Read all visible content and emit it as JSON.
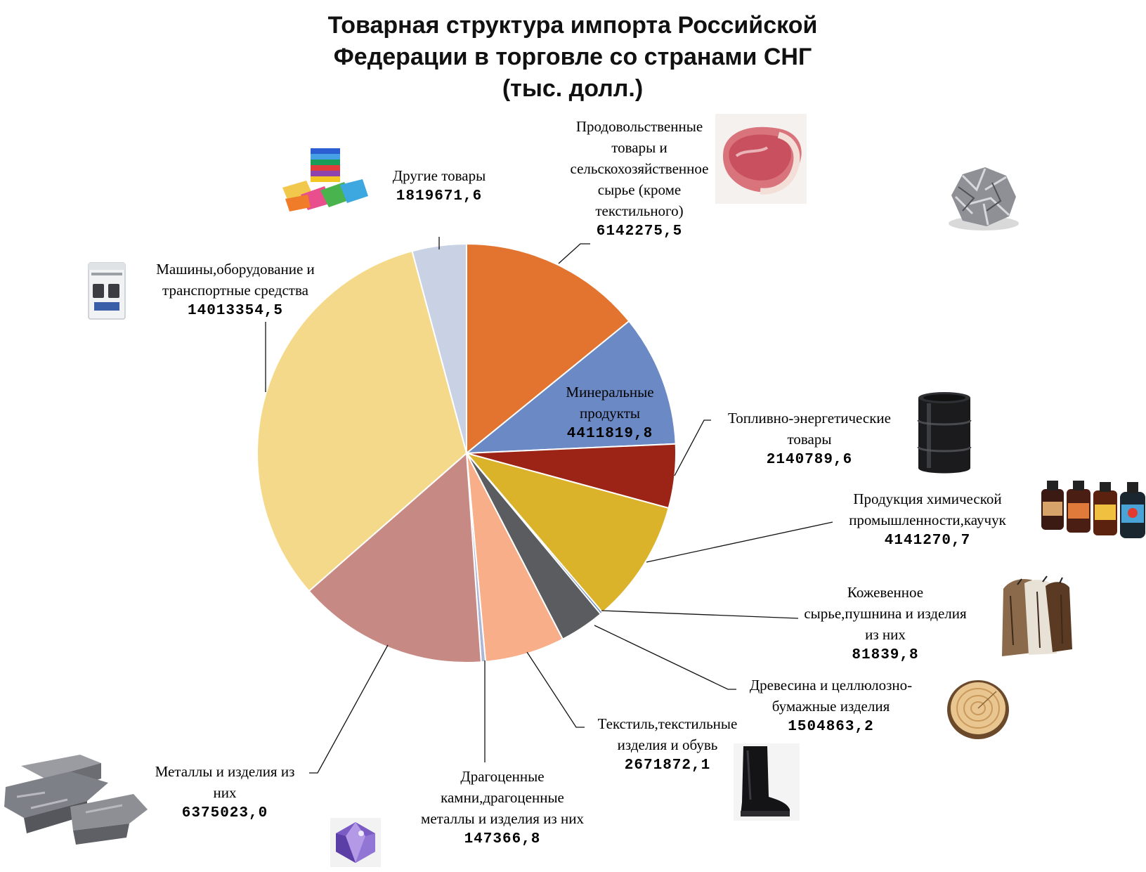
{
  "chart_data": {
    "type": "pie",
    "title_lines": [
      "Товарная структура импорта Российской",
      "Федерации в торговле со странами СНГ",
      "(тыс. долл.)"
    ],
    "slices": [
      {
        "name_lines": [
          "Продовольственные",
          "товары и",
          "сельскохозяйственное",
          "сырье (кроме",
          "текстильного)"
        ],
        "value_label": "6142275,5",
        "value": 6142275.5,
        "color": "#e2742f"
      },
      {
        "name_lines": [
          "Минеральные",
          "продукты"
        ],
        "value_label": "4411819,8",
        "value": 4411819.8,
        "color": "#6b89c4"
      },
      {
        "name_lines": [
          "Топливно-энергетические",
          "товары"
        ],
        "value_label": "2140789,6",
        "value": 2140789.6,
        "color": "#9c2416"
      },
      {
        "name_lines": [
          "Продукция химической",
          "промышленности,каучук"
        ],
        "value_label": "4141270,7",
        "value": 4141270.7,
        "color": "#dbb32b"
      },
      {
        "name_lines": [
          "Кожевенное",
          "сырье,пушнина и изделия",
          "из них"
        ],
        "value_label": "81839,8",
        "value": 81839.8,
        "color": "#5f86b8"
      },
      {
        "name_lines": [
          "Древесина и целлюлозно-",
          "бумажные изделия"
        ],
        "value_label": "1504863,2",
        "value": 1504863.2,
        "color": "#5a5c60"
      },
      {
        "name_lines": [
          "Текстиль,текстильные",
          "изделия и обувь"
        ],
        "value_label": "2671872,1",
        "value": 2671872.1,
        "color": "#f8ae88"
      },
      {
        "name_lines": [
          "Драгоценные",
          "камни,драгоценные",
          "металлы и изделия из них"
        ],
        "value_label": "147366,8",
        "value": 147366.8,
        "color": "#aeb6d8"
      },
      {
        "name_lines": [
          "Металлы и изделия из",
          "них"
        ],
        "value_label": "6375023,0",
        "value": 6375023.0,
        "color": "#c78983"
      },
      {
        "name_lines": [
          "Машины,оборудование и",
          "транспортные средства"
        ],
        "value_label": "14013354,5",
        "value": 14013354.5,
        "color": "#f5d98a"
      },
      {
        "name_lines": [
          "Другие товары"
        ],
        "value_label": "1819671,6",
        "value": 1819671.6,
        "color": "#c9d2e5"
      }
    ]
  },
  "icons": [
    "meat-icon",
    "aluminum-foil-icon",
    "oil-barrel-icon",
    "chemical-bottles-icon",
    "fur-coats-icon",
    "wood-log-icon",
    "boot-icon",
    "gemstone-icon",
    "metal-ingots-icon",
    "circuit-breaker-icon",
    "towels-icon"
  ]
}
